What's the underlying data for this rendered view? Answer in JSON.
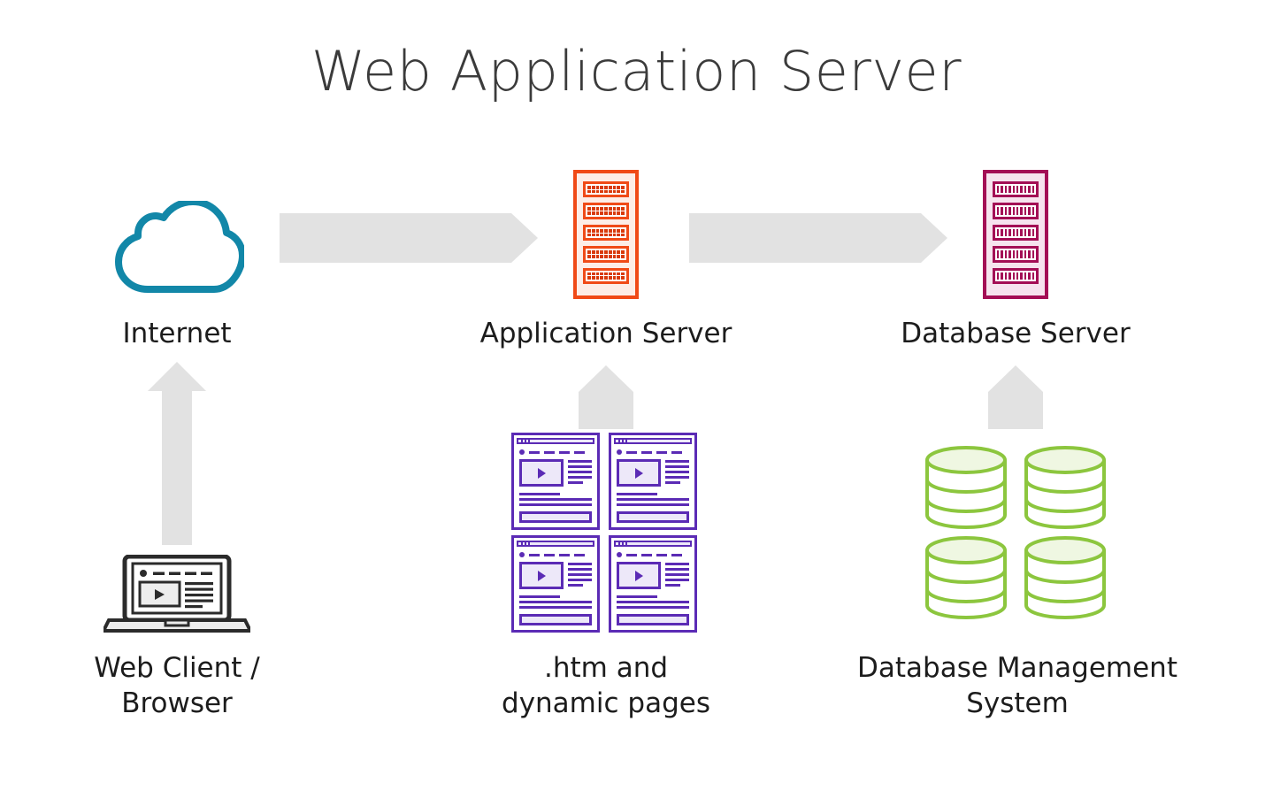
{
  "title": "Web Application Server",
  "palette": {
    "background": "#FFFFFF",
    "title_color": "#3B3B3B",
    "label_color": "#1C1C1C",
    "arrow_gray": "#E2E2E2",
    "cloud_teal": "#1287A8",
    "app_server_orange": "#F04A17",
    "app_server_fill": "#FDEDE7",
    "db_server_magenta": "#A30E55",
    "db_server_fill": "#F6E3EE",
    "page_purple": "#5B2BB5",
    "page_fill": "#EDE8F9",
    "cylinder_green": "#8CC63E",
    "cylinder_fill": "#EFF7E2",
    "laptop_dark": "#2B2B2B",
    "laptop_fill": "#EDEDED"
  },
  "nodes": {
    "internet": {
      "label": "Internet",
      "icon": "cloud-icon"
    },
    "application_server": {
      "label": "Application Server",
      "icon": "server-rack-icon",
      "slots": 5,
      "dot_columns": 9,
      "dot_rows": 2
    },
    "database_server": {
      "label": "Database Server",
      "icon": "server-rack-icon",
      "slots": 5,
      "bar_count": 10
    },
    "web_client": {
      "label": "Web Client /\nBrowser",
      "icon": "laptop-icon"
    },
    "pages": {
      "label": ".htm and\ndynamic pages",
      "icon": "web-page-icon",
      "count": 4
    },
    "dbms": {
      "label": "Database Management\nSystem",
      "icon": "database-cylinder-icon",
      "count": 4
    }
  },
  "connectors": {
    "internet_to_app": {
      "name": "arrow-internet-to-application-server",
      "direction": "right"
    },
    "app_to_db": {
      "name": "arrow-application-to-database-server",
      "direction": "right"
    },
    "client_to_internet": {
      "name": "arrow-web-client-to-internet",
      "direction": "up"
    },
    "pages_to_app": {
      "name": "arrow-pages-to-application-server",
      "direction": "up"
    },
    "dbms_to_db": {
      "name": "arrow-dbms-to-database-server",
      "direction": "up"
    }
  }
}
